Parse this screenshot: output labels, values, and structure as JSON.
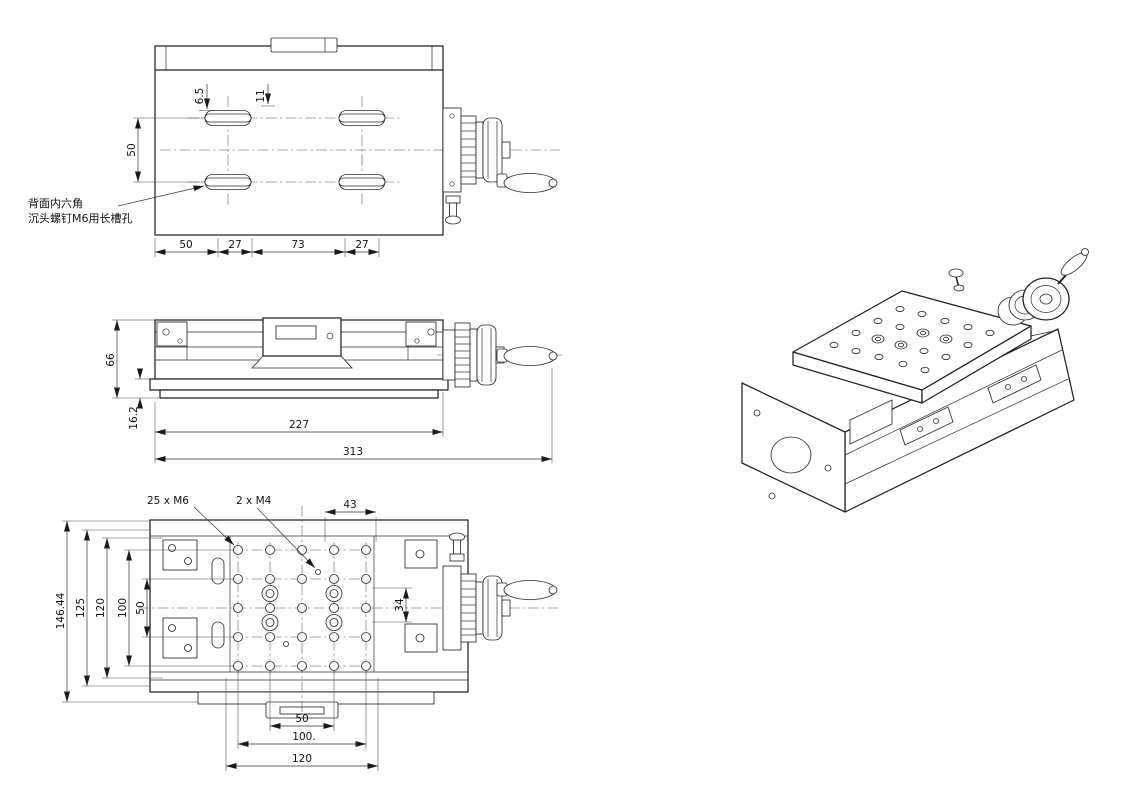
{
  "drawing": {
    "note": {
      "line1": "背面内六角",
      "line2": "沉头螺钉M6用长槽孔"
    },
    "top_view": {
      "dim_6_5": "6.5",
      "dim_11": "11",
      "dim_50_vert": "50",
      "chain_50": "50",
      "chain_27a": "27",
      "chain_73": "73",
      "chain_27b": "27"
    },
    "front_view": {
      "dim_66": "66",
      "dim_16_2": "16.2",
      "dim_227": "227",
      "dim_313": "313"
    },
    "bottom_view": {
      "label_m6": "25 x M6",
      "label_m4": "2 x M4",
      "dim_43": "43",
      "dim_146_44": "146.44",
      "dim_125": "125",
      "dim_120_left": "120",
      "dim_100_left": "100",
      "dim_50_left": "50",
      "dim_34": "34",
      "dim_50_bottom": "50",
      "dim_100_bottom": "100.",
      "dim_120_bottom": "120"
    }
  }
}
